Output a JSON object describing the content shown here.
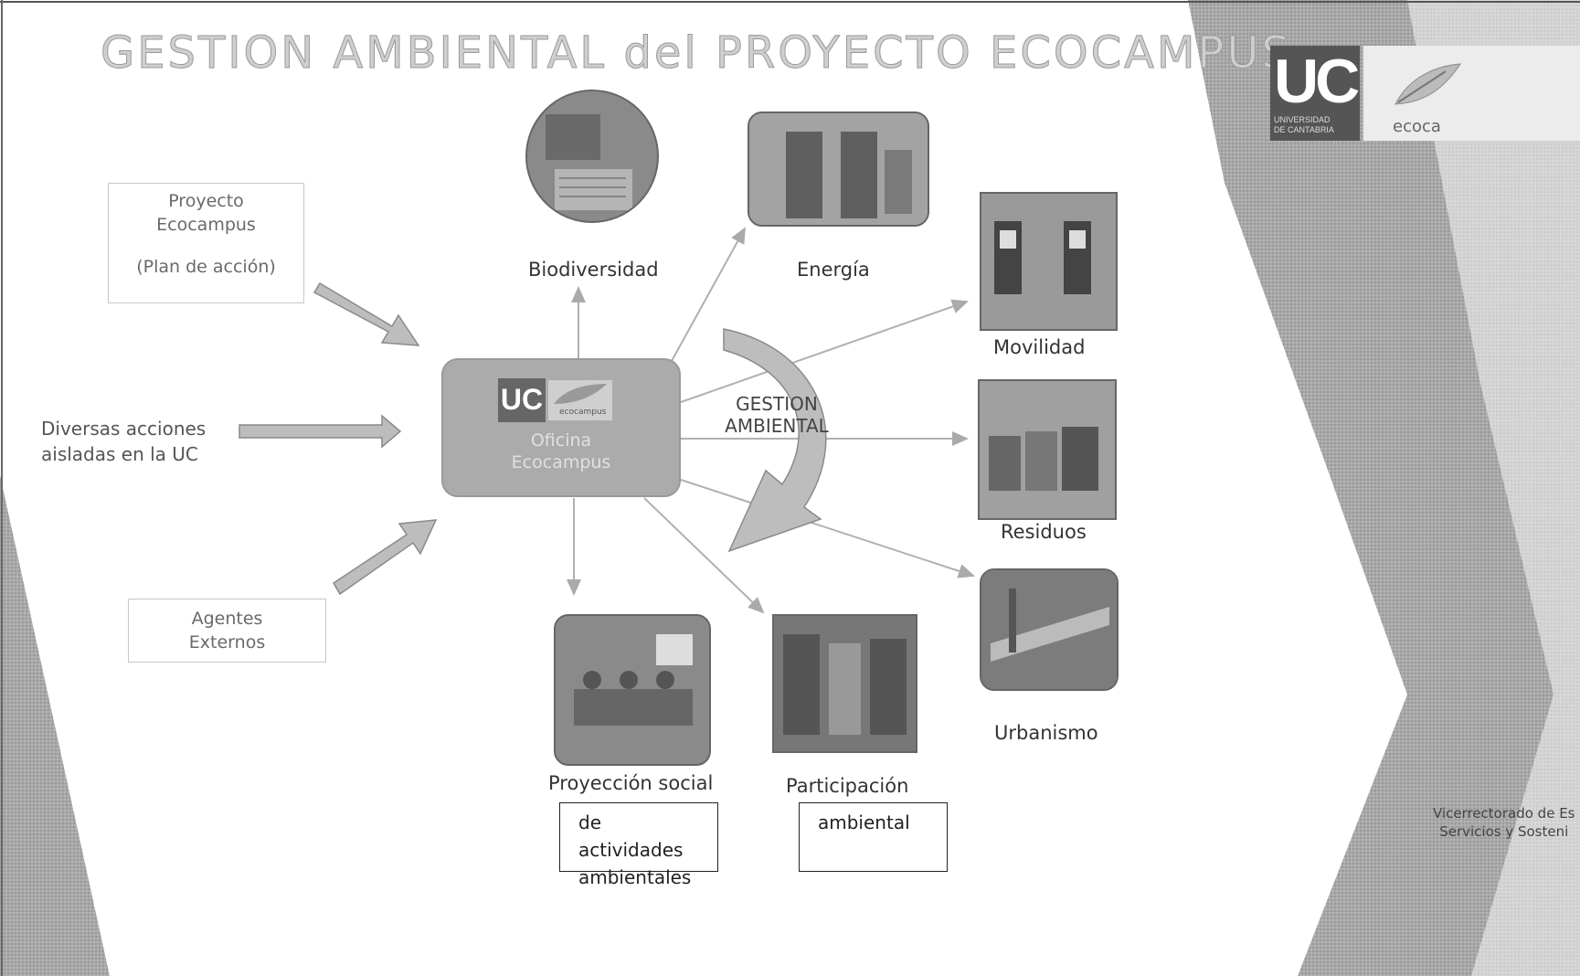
{
  "title": "GESTION AMBIENTAL del PROYECTO ECOCAMPUS",
  "inputs": {
    "proyecto_ecocampus": {
      "line1": "Proyecto",
      "line2": "Ecocampus",
      "line3": "(Plan de acción)"
    },
    "diversas_acciones": {
      "line1": "Diversas acciones",
      "line2": "aisladas en la UC"
    },
    "agentes_externos": {
      "line1": "Agentes",
      "line2": "Externos"
    }
  },
  "center": {
    "logo_uc": "UC",
    "logo_eco": "ecocampus",
    "line1": "Oficina",
    "line2": "Ecocampus"
  },
  "gestion": {
    "line1": "GESTION",
    "line2": "AMBIENTAL"
  },
  "areas": {
    "biodiversidad": "Biodiversidad",
    "energia": "Energía",
    "movilidad": "Movilidad",
    "residuos": "Residuos",
    "urbanismo": "Urbanismo",
    "proyeccion": "Proyección social",
    "participacion": "Participación"
  },
  "boxes": {
    "proyeccion_line1": "de actividades",
    "proyeccion_line2": "ambientales",
    "participacion_line1": "ambiental"
  },
  "logo": {
    "uc": "UC",
    "uc_small_1": "UNIVERSIDAD",
    "uc_small_2": "DE CANTABRIA",
    "eco": "ecoca"
  },
  "footer": {
    "line1": "Vicerrectorado de Es",
    "line2": "Servicios y Sosteni"
  },
  "colors": {
    "arrow_fill": "#bdbdbd",
    "connector": "#b0b0b0",
    "office_fill": "#ababab",
    "panel": "#9e9e9e"
  }
}
